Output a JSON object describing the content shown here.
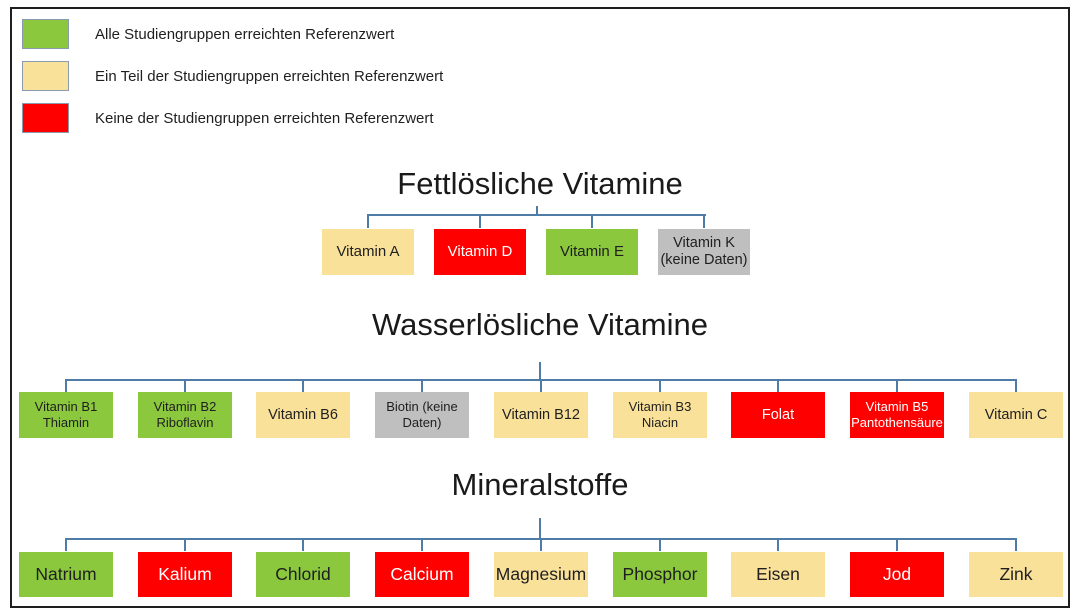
{
  "colors": {
    "green": "#8BC83E",
    "yellow": "#FAE19A",
    "red": "#FF0000",
    "gray": "#BFBFBF",
    "connector": "#4E7CA6",
    "frame": "#1F1F1F"
  },
  "legend": {
    "items": [
      {
        "key": "green",
        "label": "Alle Studiengruppen erreichten Referenzwert"
      },
      {
        "key": "yellow",
        "label": "Ein Teil der Studiengruppen erreichten Referenzwert"
      },
      {
        "key": "red",
        "label": "Keine der Studiengruppen erreichten Referenzwert"
      }
    ]
  },
  "sections": [
    {
      "title": "Fettlösliche Vitamine",
      "nodes": [
        {
          "label": "Vitamin A",
          "status": "yellow"
        },
        {
          "label": "Vitamin D",
          "status": "red"
        },
        {
          "label": "Vitamin E",
          "status": "green"
        },
        {
          "label": "Vitamin K\n(keine Daten)",
          "status": "gray"
        }
      ]
    },
    {
      "title": "Wasserlösliche Vitamine",
      "nodes": [
        {
          "label": "Vitamin B1\nThiamin",
          "status": "green"
        },
        {
          "label": "Vitamin B2\nRiboflavin",
          "status": "green"
        },
        {
          "label": "Vitamin B6",
          "status": "yellow"
        },
        {
          "label": "Biotin (keine\nDaten)",
          "status": "gray"
        },
        {
          "label": "Vitamin B12",
          "status": "yellow"
        },
        {
          "label": "Vitamin B3\nNiacin",
          "status": "yellow"
        },
        {
          "label": "Folat",
          "status": "red"
        },
        {
          "label": "Vitamin B5\nPantothensäure",
          "status": "red"
        },
        {
          "label": "Vitamin C",
          "status": "yellow"
        }
      ]
    },
    {
      "title": "Mineralstoffe",
      "nodes": [
        {
          "label": "Natrium",
          "status": "green"
        },
        {
          "label": "Kalium",
          "status": "red"
        },
        {
          "label": "Chlorid",
          "status": "green"
        },
        {
          "label": "Calcium",
          "status": "red"
        },
        {
          "label": "Magnesium",
          "status": "yellow"
        },
        {
          "label": "Phosphor",
          "status": "green"
        },
        {
          "label": "Eisen",
          "status": "yellow"
        },
        {
          "label": "Jod",
          "status": "red"
        },
        {
          "label": "Zink",
          "status": "yellow"
        }
      ]
    }
  ]
}
